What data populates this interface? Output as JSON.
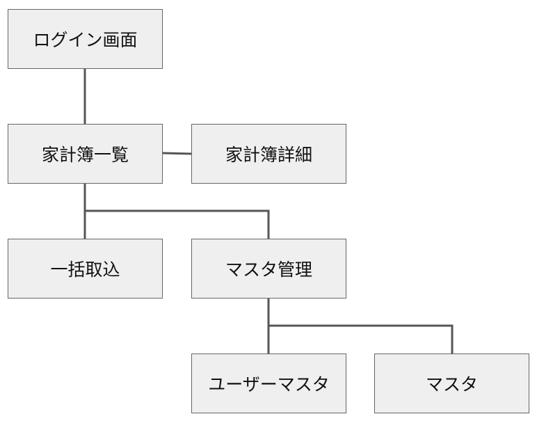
{
  "nodes": {
    "login": "ログイン画面",
    "ledger_list": "家計簿一覧",
    "ledger_detail": "家計簿詳細",
    "bulk_import": "一括取込",
    "master_management": "マスタ管理",
    "user_master": "ユーザーマスタ",
    "master": "マスタ"
  },
  "edges": [
    [
      "login",
      "ledger_list"
    ],
    [
      "ledger_list",
      "ledger_detail"
    ],
    [
      "ledger_list",
      "bulk_import"
    ],
    [
      "ledger_list",
      "master_management"
    ],
    [
      "master_management",
      "user_master"
    ],
    [
      "master_management",
      "master"
    ]
  ],
  "colors": {
    "node_fill": "#efefef",
    "node_border": "#666666",
    "connector": "#555555"
  }
}
